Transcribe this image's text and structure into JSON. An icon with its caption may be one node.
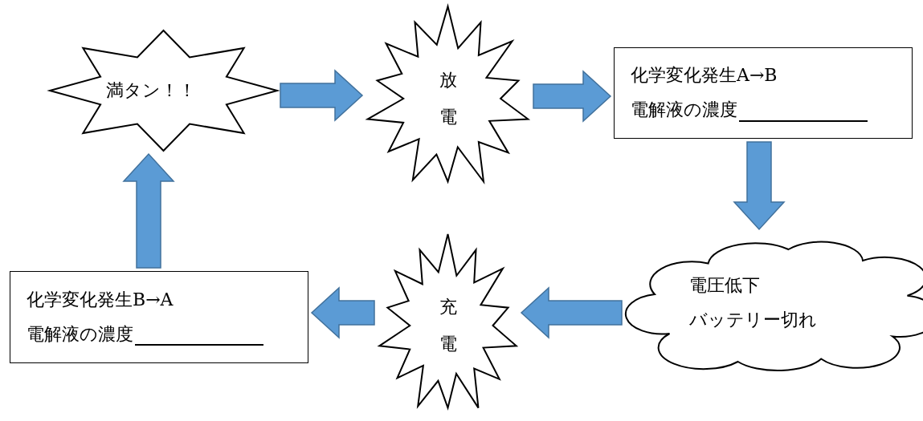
{
  "diagram": {
    "nodes": [
      {
        "text": [
          "満タン！！"
        ]
      },
      {
        "text": [
          "放電"
        ]
      },
      {
        "text": [
          "化学変化発生A→B",
          "電解液の濃度"
        ]
      },
      {
        "text": [
          "電圧低下",
          "バッテリー切れ"
        ]
      },
      {
        "text": [
          "充電"
        ]
      },
      {
        "text": [
          "化学変化発生B→A",
          "電解液の濃度"
        ]
      }
    ],
    "edges": [
      {
        "from": 0,
        "to": 1,
        "arrow": "to"
      },
      {
        "from": 1,
        "to": 2,
        "arrow": "to"
      },
      {
        "from": 2,
        "to": 3,
        "arrow": "to"
      },
      {
        "from": 3,
        "to": 4,
        "arrow": "to"
      },
      {
        "from": 4,
        "to": 5,
        "arrow": "to"
      },
      {
        "from": 5,
        "to": 0,
        "arrow": "to"
      }
    ]
  }
}
